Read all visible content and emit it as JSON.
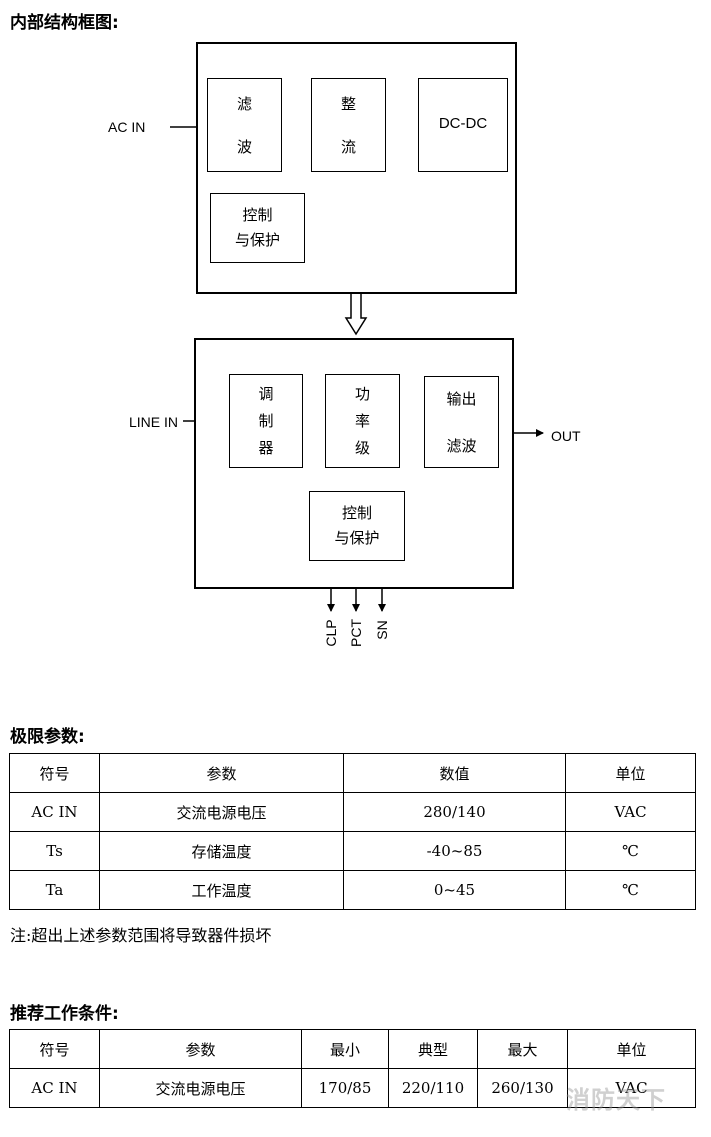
{
  "diagram_title": "内部结构框图:",
  "top_block": {
    "input_label": "AC IN",
    "filter": [
      "滤",
      "波"
    ],
    "rectifier": [
      "整",
      "流"
    ],
    "dcdc": "DC-DC",
    "control": [
      "控制",
      "与保护"
    ]
  },
  "bottom_block": {
    "input_label": "LINE IN",
    "modulator": [
      "调",
      "制",
      "器"
    ],
    "power_stage": [
      "功",
      "率",
      "级"
    ],
    "output_filter": [
      "输出",
      "滤波"
    ],
    "control": [
      "控制",
      "与保护"
    ],
    "output_label": "OUT",
    "pins": [
      "CLP",
      "PCT",
      "SN"
    ]
  },
  "limits": {
    "title": "极限参数:",
    "headers": [
      "符号",
      "参数",
      "数值",
      "单位"
    ],
    "rows": [
      [
        "AC IN",
        "交流电源电压",
        "280/140",
        "VAC"
      ],
      [
        "Ts",
        "存储温度",
        "-40~85",
        "℃"
      ],
      [
        "Ta",
        "工作温度",
        "0~45",
        "℃"
      ]
    ],
    "note": "注:超出上述参数范围将导致器件损坏"
  },
  "recommended": {
    "title": "推荐工作条件:",
    "headers": [
      "符号",
      "参数",
      "最小",
      "典型",
      "最大",
      "单位"
    ],
    "rows": [
      [
        "AC IN",
        "交流电源电压",
        "170/85",
        "220/110",
        "260/130",
        "VAC"
      ]
    ]
  },
  "watermark": "消防天下"
}
